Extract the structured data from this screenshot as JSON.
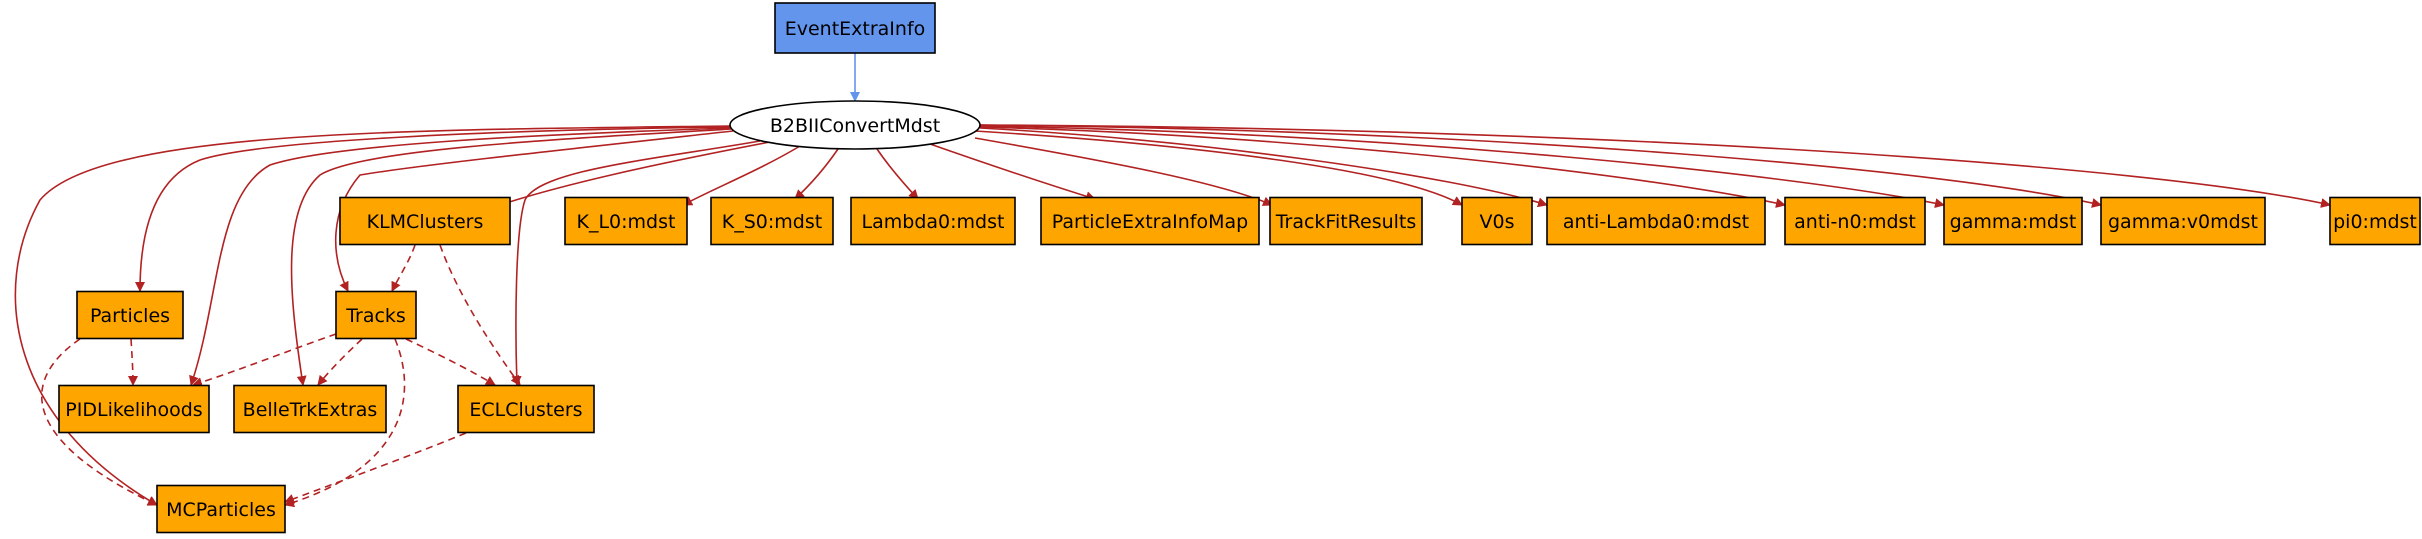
{
  "colors": {
    "node_fill": "#ffa500",
    "root_fill": "#6495ed",
    "ellipse_fill": "#ffffff",
    "edge": "#b22222",
    "root_edge": "#6495ed",
    "stroke": "#000000"
  },
  "nodes": [
    {
      "id": "EventExtraInfo",
      "label": "EventExtraInfo",
      "shape": "box",
      "style": "root"
    },
    {
      "id": "B2BIIConvertMdst",
      "label": "B2BIIConvertMdst",
      "shape": "ellipse",
      "style": "module"
    },
    {
      "id": "KLMClusters",
      "label": "KLMClusters",
      "shape": "box"
    },
    {
      "id": "K_L0",
      "label": "K_L0:mdst",
      "shape": "box"
    },
    {
      "id": "K_S0",
      "label": "K_S0:mdst",
      "shape": "box"
    },
    {
      "id": "Lambda0",
      "label": "Lambda0:mdst",
      "shape": "box"
    },
    {
      "id": "ParticleExtraInfoMap",
      "label": "ParticleExtraInfoMap",
      "shape": "box"
    },
    {
      "id": "TrackFitResults",
      "label": "TrackFitResults",
      "shape": "box"
    },
    {
      "id": "V0s",
      "label": "V0s",
      "shape": "box"
    },
    {
      "id": "antiLambda0",
      "label": "anti-Lambda0:mdst",
      "shape": "box"
    },
    {
      "id": "antin0",
      "label": "anti-n0:mdst",
      "shape": "box"
    },
    {
      "id": "gamma",
      "label": "gamma:mdst",
      "shape": "box"
    },
    {
      "id": "gammav0",
      "label": "gamma:v0mdst",
      "shape": "box"
    },
    {
      "id": "pi0",
      "label": "pi0:mdst",
      "shape": "box"
    },
    {
      "id": "Particles",
      "label": "Particles",
      "shape": "box"
    },
    {
      "id": "Tracks",
      "label": "Tracks",
      "shape": "box"
    },
    {
      "id": "PIDLikelihoods",
      "label": "PIDLikelihoods",
      "shape": "box"
    },
    {
      "id": "BelleTrkExtras",
      "label": "BelleTrkExtras",
      "shape": "box"
    },
    {
      "id": "ECLClusters",
      "label": "ECLClusters",
      "shape": "box"
    },
    {
      "id": "MCParticles",
      "label": "MCParticles",
      "shape": "box"
    }
  ],
  "edges": [
    {
      "from": "EventExtraInfo",
      "to": "B2BIIConvertMdst",
      "style": "root"
    },
    {
      "from": "B2BIIConvertMdst",
      "to": "KLMClusters",
      "style": "solid"
    },
    {
      "from": "B2BIIConvertMdst",
      "to": "K_L0",
      "style": "solid"
    },
    {
      "from": "B2BIIConvertMdst",
      "to": "K_S0",
      "style": "solid"
    },
    {
      "from": "B2BIIConvertMdst",
      "to": "Lambda0",
      "style": "solid"
    },
    {
      "from": "B2BIIConvertMdst",
      "to": "ParticleExtraInfoMap",
      "style": "solid"
    },
    {
      "from": "B2BIIConvertMdst",
      "to": "TrackFitResults",
      "style": "solid"
    },
    {
      "from": "B2BIIConvertMdst",
      "to": "V0s",
      "style": "solid"
    },
    {
      "from": "B2BIIConvertMdst",
      "to": "antiLambda0",
      "style": "solid"
    },
    {
      "from": "B2BIIConvertMdst",
      "to": "antin0",
      "style": "solid"
    },
    {
      "from": "B2BIIConvertMdst",
      "to": "gamma",
      "style": "solid"
    },
    {
      "from": "B2BIIConvertMdst",
      "to": "gammav0",
      "style": "solid"
    },
    {
      "from": "B2BIIConvertMdst",
      "to": "pi0",
      "style": "solid"
    },
    {
      "from": "B2BIIConvertMdst",
      "to": "Particles",
      "style": "solid"
    },
    {
      "from": "B2BIIConvertMdst",
      "to": "Tracks",
      "style": "solid"
    },
    {
      "from": "B2BIIConvertMdst",
      "to": "PIDLikelihoods",
      "style": "solid"
    },
    {
      "from": "B2BIIConvertMdst",
      "to": "BelleTrkExtras",
      "style": "solid"
    },
    {
      "from": "B2BIIConvertMdst",
      "to": "ECLClusters",
      "style": "solid"
    },
    {
      "from": "B2BIIConvertMdst",
      "to": "MCParticles",
      "style": "solid"
    },
    {
      "from": "KLMClusters",
      "to": "Tracks",
      "style": "dashed"
    },
    {
      "from": "KLMClusters",
      "to": "ECLClusters",
      "style": "dashed"
    },
    {
      "from": "Particles",
      "to": "PIDLikelihoods",
      "style": "dashed"
    },
    {
      "from": "Particles",
      "to": "MCParticles",
      "style": "dashed"
    },
    {
      "from": "Tracks",
      "to": "PIDLikelihoods",
      "style": "dashed"
    },
    {
      "from": "Tracks",
      "to": "BelleTrkExtras",
      "style": "dashed"
    },
    {
      "from": "Tracks",
      "to": "ECLClusters",
      "style": "dashed"
    },
    {
      "from": "Tracks",
      "to": "MCParticles",
      "style": "dashed"
    },
    {
      "from": "ECLClusters",
      "to": "MCParticles",
      "style": "dashed"
    }
  ]
}
